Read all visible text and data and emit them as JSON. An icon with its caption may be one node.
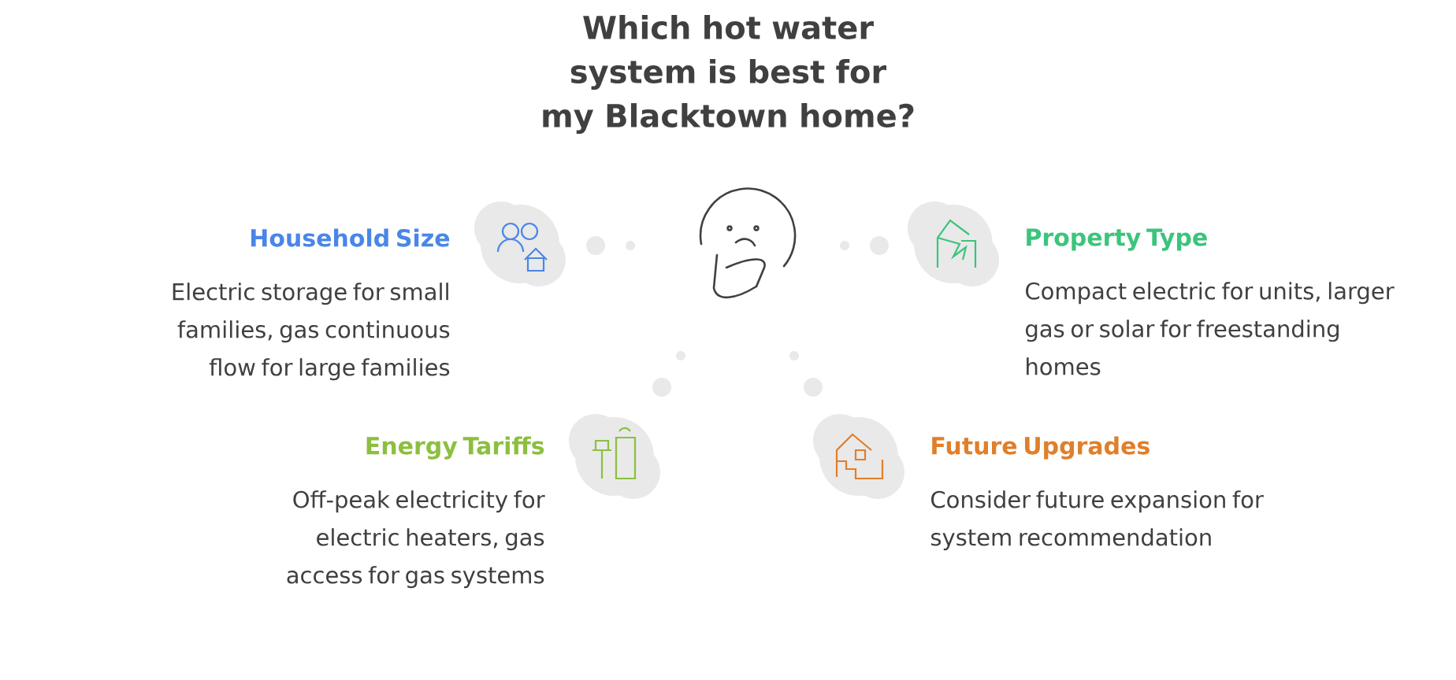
{
  "diagram": {
    "title": "Which hot water system is best for my Blacktown home?",
    "nodes": [
      {
        "text": [
          "Household Size",
          "Electric storage for small families, gas continuous flow for large families"
        ]
      },
      {
        "text": [
          "Property Type",
          "Compact electric for units, larger gas or solar for freestanding homes"
        ]
      },
      {
        "text": [
          "Energy Tariffs",
          "Off-peak electricity for electric heaters, gas access for gas systems"
        ]
      },
      {
        "text": [
          "Future Upgrades",
          "Consider future expansion for system recommendation"
        ]
      }
    ]
  }
}
